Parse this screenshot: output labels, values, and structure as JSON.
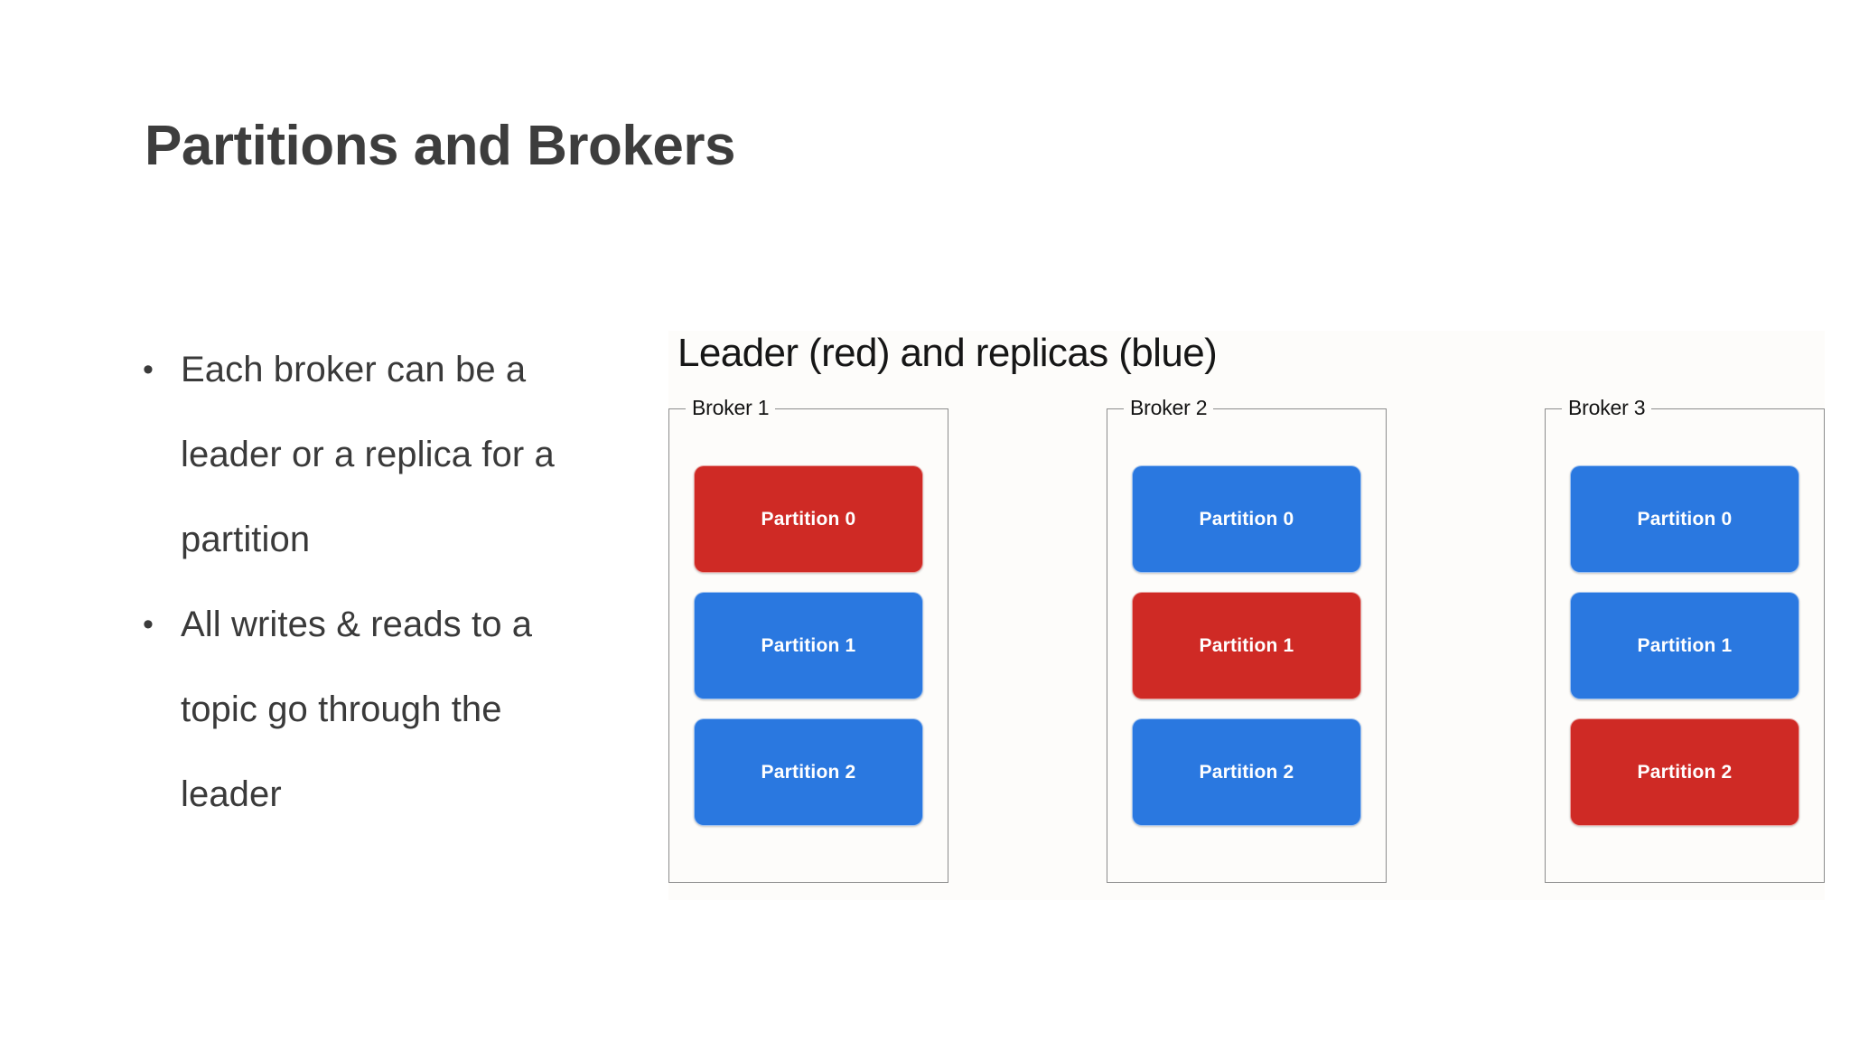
{
  "slide": {
    "title": "Partitions and Brokers",
    "title_color": "#3d3d3d",
    "background_color": "#ffffff"
  },
  "bullets": {
    "marker": "•",
    "items": [
      "Each broker can be a leader or a replica for a partition",
      "All writes & reads to a topic go through the leader"
    ]
  },
  "diagram": {
    "heading": "Leader (red) and replicas (blue)",
    "background_color": "#fdfcfa",
    "legend": {
      "leader_color": "#cf2a25",
      "replica_color": "#2a78e0",
      "leader_label": "red",
      "replica_label": "blue"
    },
    "brokers": [
      {
        "label": "Broker 1",
        "partitions": [
          {
            "label": "Partition 0",
            "role": "leader"
          },
          {
            "label": "Partition 1",
            "role": "replica"
          },
          {
            "label": "Partition 2",
            "role": "replica"
          }
        ]
      },
      {
        "label": "Broker 2",
        "partitions": [
          {
            "label": "Partition 0",
            "role": "replica"
          },
          {
            "label": "Partition 1",
            "role": "leader"
          },
          {
            "label": "Partition 2",
            "role": "replica"
          }
        ]
      },
      {
        "label": "Broker 3",
        "partitions": [
          {
            "label": "Partition 0",
            "role": "replica"
          },
          {
            "label": "Partition 1",
            "role": "replica"
          },
          {
            "label": "Partition 2",
            "role": "leader"
          }
        ]
      }
    ]
  }
}
